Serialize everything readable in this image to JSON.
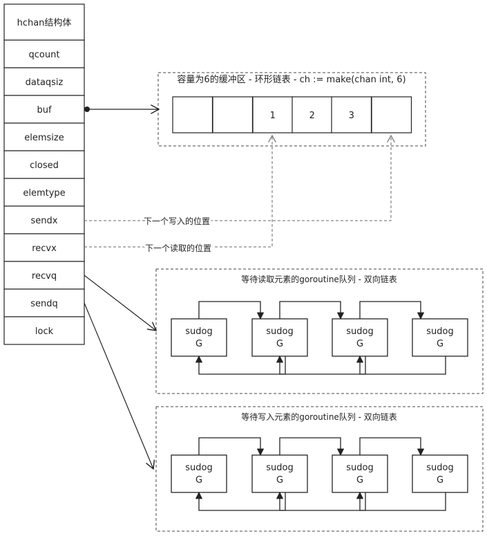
{
  "hchan": {
    "fields": [
      "hchan结构体",
      "qcount",
      "dataqsiz",
      "buf",
      "elemsize",
      "closed",
      "elemtype",
      "sendx",
      "recvx",
      "recvq",
      "sendq",
      "lock"
    ]
  },
  "buffer": {
    "title": "容量为6的缓冲区 - 环形链表 - ch := make(chan int, 6)",
    "cells": [
      "",
      "",
      "1",
      "2",
      "3",
      ""
    ]
  },
  "annotations": {
    "sendx": "下一个写入的位置",
    "recvx": "下一个读取的位置"
  },
  "recv_queue": {
    "title": "等待读取元素的goroutine队列 - 双向链表",
    "nodes": [
      {
        "line1": "sudog",
        "line2": "G"
      },
      {
        "line1": "sudog",
        "line2": "G"
      },
      {
        "line1": "sudog",
        "line2": "G"
      },
      {
        "line1": "sudog",
        "line2": "G"
      }
    ]
  },
  "send_queue": {
    "title": "等待写入元素的goroutine队列 - 双向链表",
    "nodes": [
      {
        "line1": "sudog",
        "line2": "G"
      },
      {
        "line1": "sudog",
        "line2": "G"
      },
      {
        "line1": "sudog",
        "line2": "G"
      },
      {
        "line1": "sudog",
        "line2": "G"
      }
    ]
  }
}
